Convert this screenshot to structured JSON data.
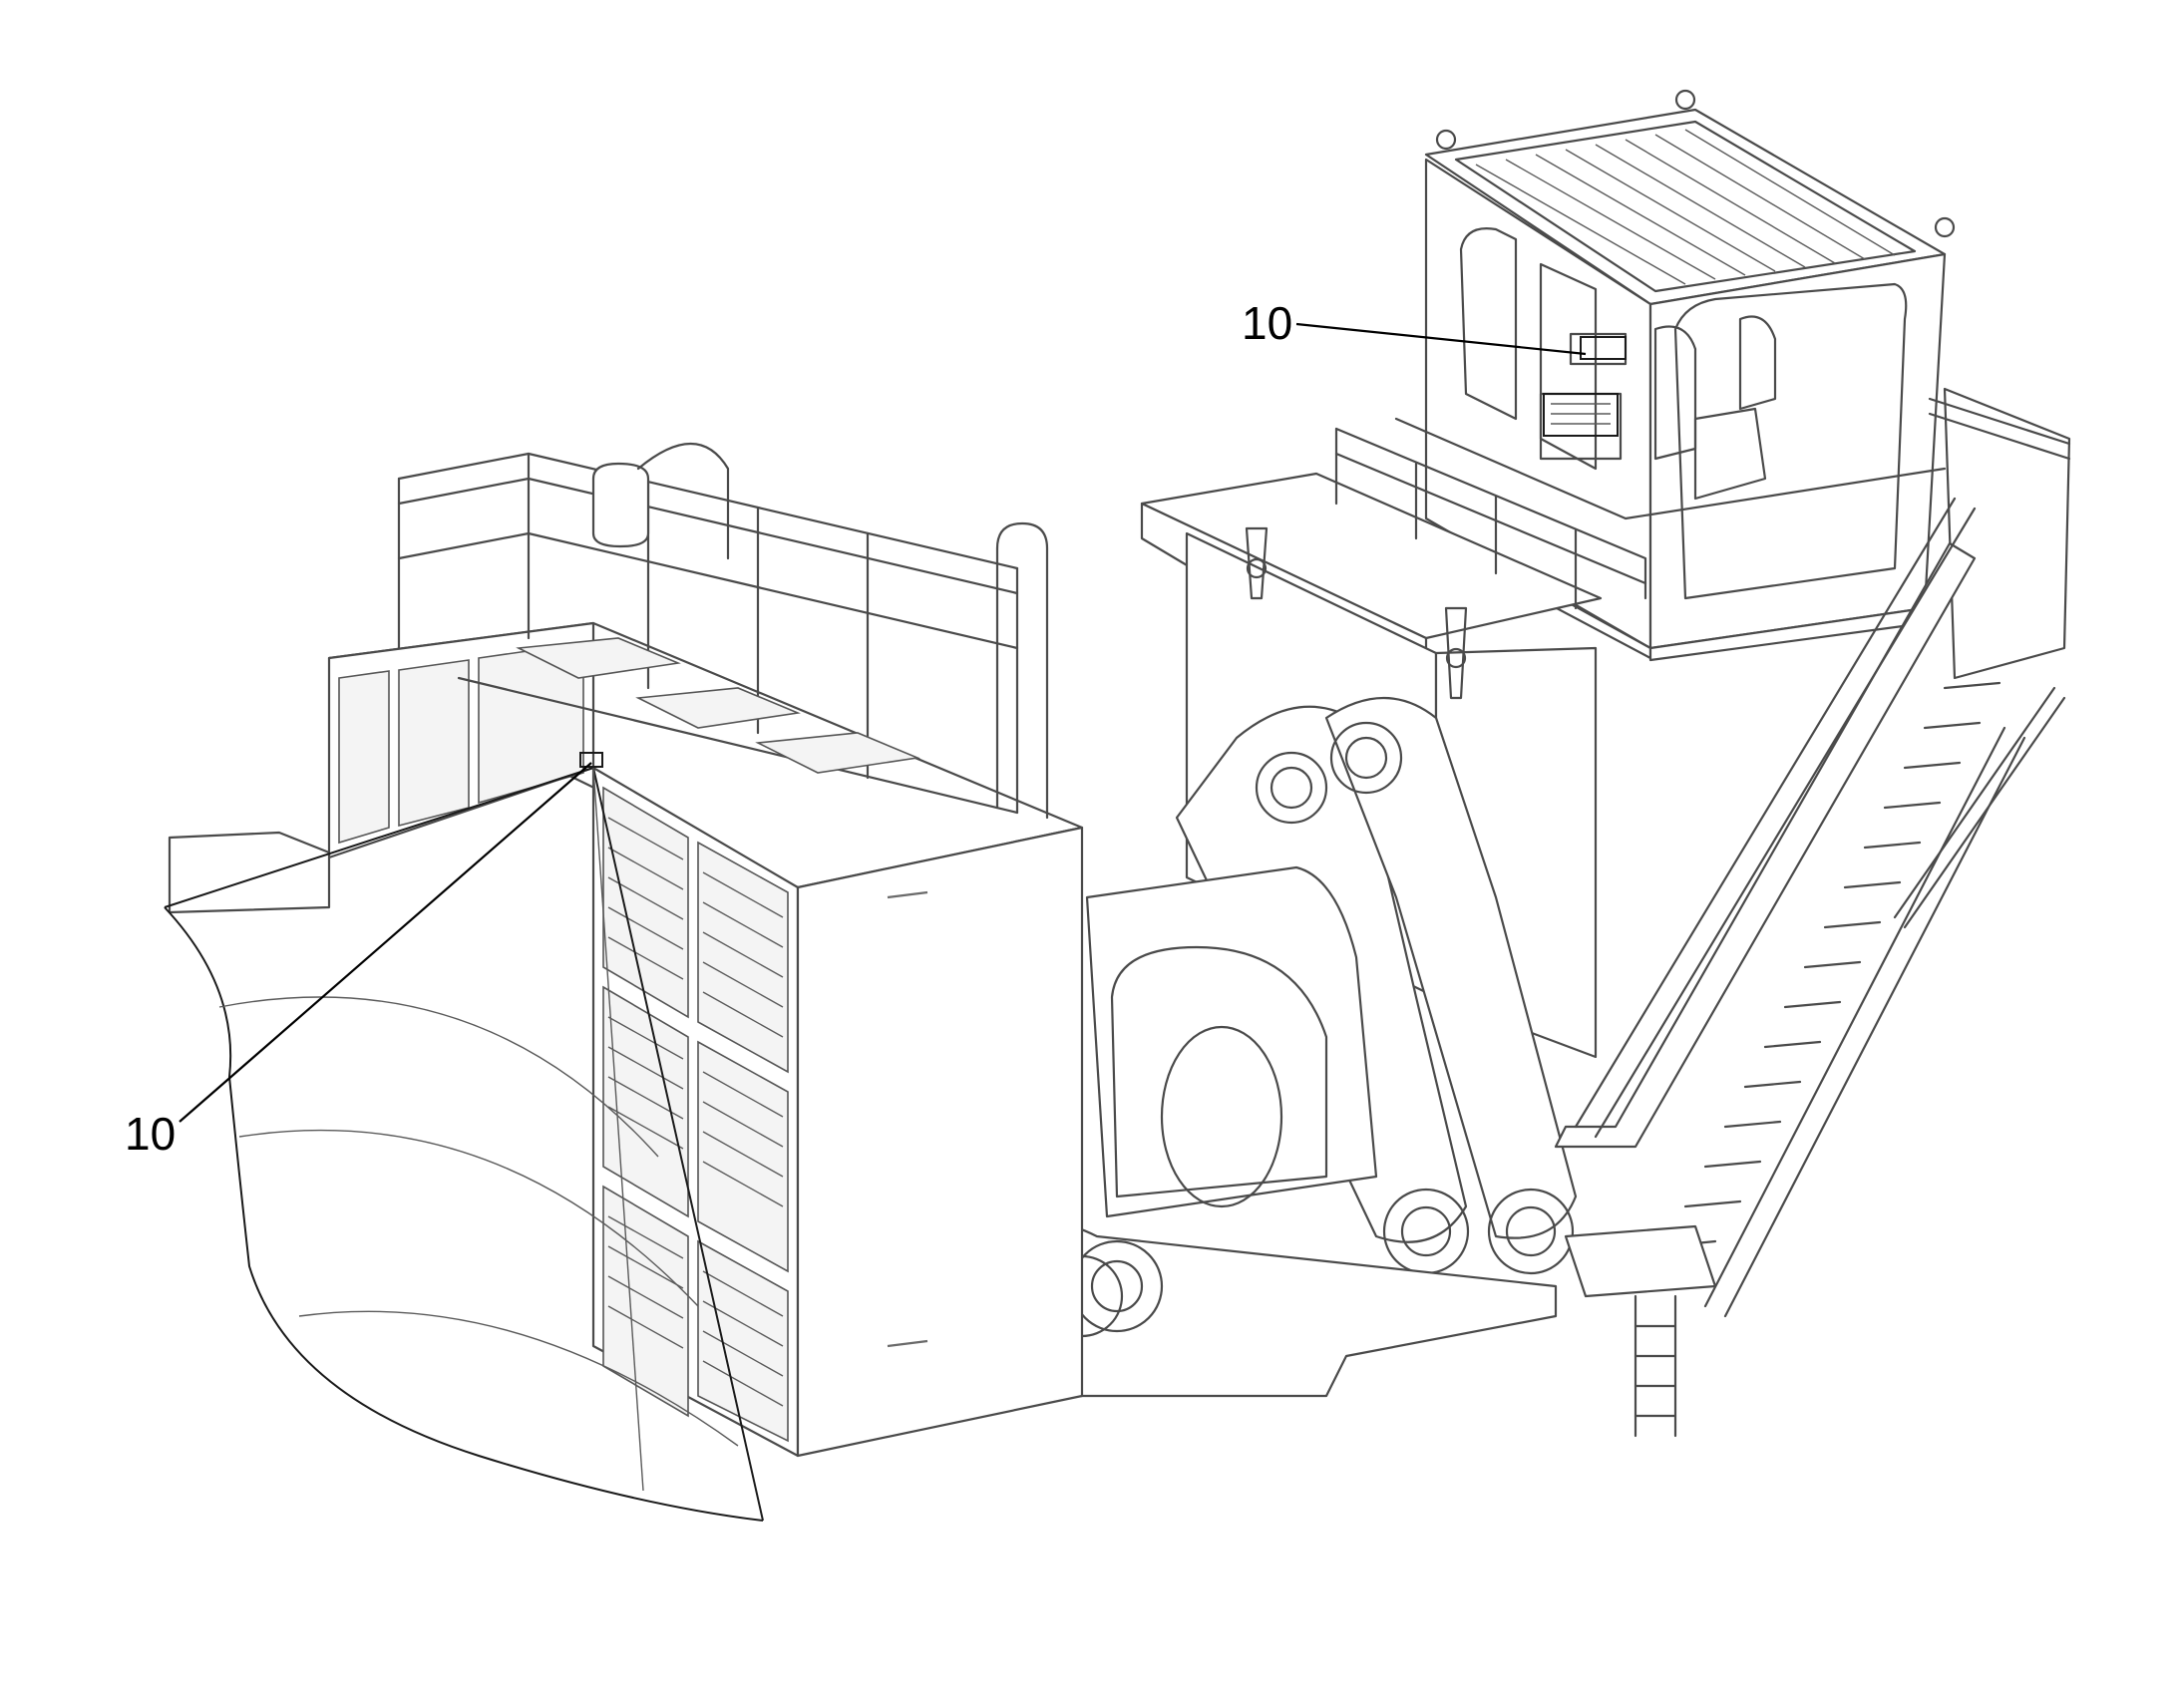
{
  "callouts": [
    {
      "id": "cab-panel",
      "label": "10"
    },
    {
      "id": "module-panel",
      "label": "10"
    }
  ]
}
